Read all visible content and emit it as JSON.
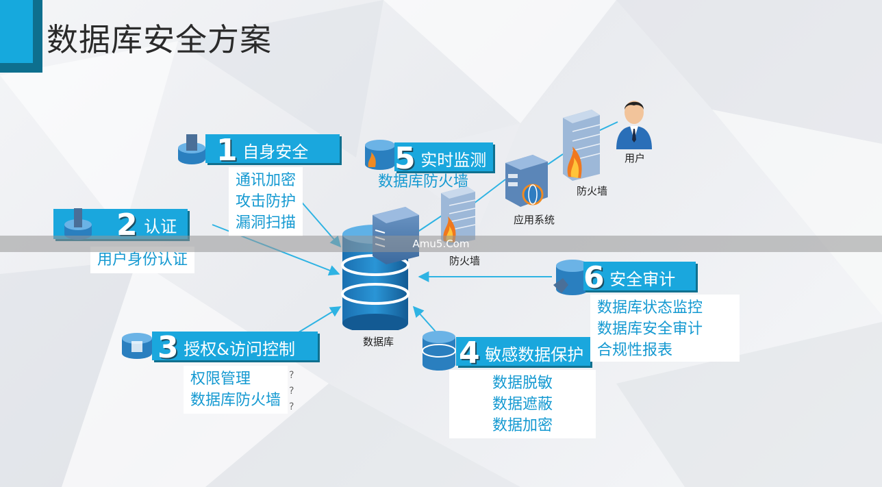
{
  "title": "数据库安全方案",
  "center_label": "数据库",
  "modules": [
    {
      "number": "1",
      "title": "自身安全",
      "items": [
        "通讯加密",
        "攻击防护",
        "漏洞扫描"
      ]
    },
    {
      "number": "2",
      "title": "认证",
      "items": [
        "用户身份认证"
      ]
    },
    {
      "number": "3",
      "title": "授权&访问控制",
      "items": [
        "权限管理",
        "数据库防火墙"
      ]
    },
    {
      "number": "4",
      "title": "敏感数据保护",
      "items": [
        "数据脱敏",
        "数据遮蔽",
        "数据加密"
      ]
    },
    {
      "number": "5",
      "title": "实时监测",
      "items": [
        "数据库防火墙"
      ]
    },
    {
      "number": "6",
      "title": "安全审计",
      "items": [
        "数据库状态监控",
        "数据库安全审计",
        "合规性报表"
      ]
    }
  ],
  "network": {
    "firewall_near": "防火墙",
    "app_system": "应用系统",
    "firewall_far": "防火墙",
    "user": "用户"
  },
  "watermark": "Amu5.Com",
  "marks": [
    "?",
    "?",
    "?"
  ],
  "colors": {
    "accent": "#1aa7dd",
    "accent_dark": "#0e6f8e",
    "item_text": "#1499d1"
  }
}
